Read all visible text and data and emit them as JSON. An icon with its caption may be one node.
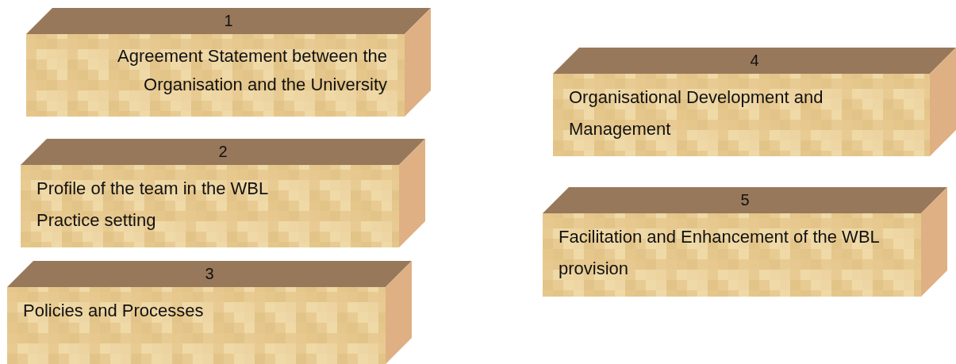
{
  "diagram": {
    "nodes": [
      {
        "text": [
          "1",
          "Agreement Statement between the Organisation and the University"
        ]
      },
      {
        "text": [
          "2",
          "Profile of the team in the WBL Practice setting"
        ]
      },
      {
        "text": [
          "3",
          "Policies and Processes"
        ]
      },
      {
        "text": [
          "4",
          "Organisational Development and Management"
        ]
      },
      {
        "text": [
          "5",
          "Facilitation and Enhancement of the WBL provision"
        ]
      }
    ]
  }
}
